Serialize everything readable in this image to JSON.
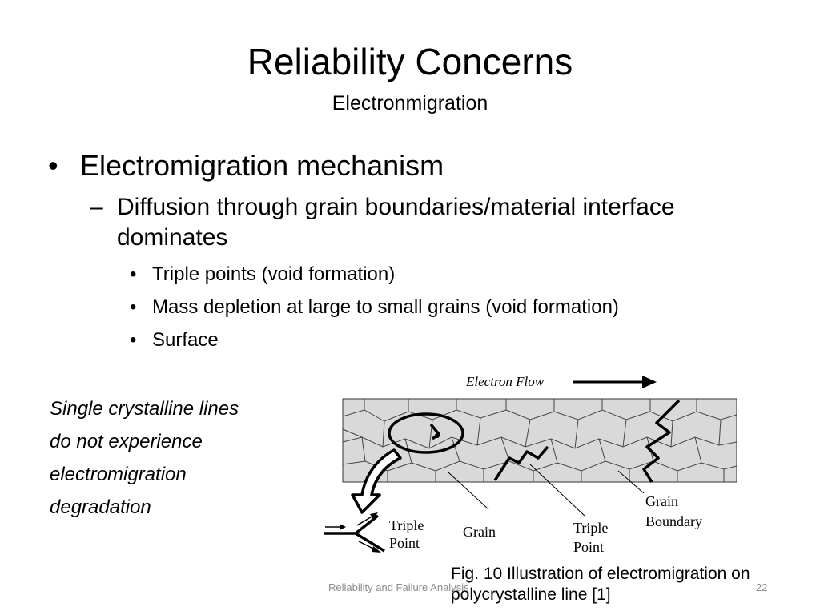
{
  "slide": {
    "title": "Reliability Concerns",
    "subtitle": "Electronmigration"
  },
  "bullets": {
    "level1": {
      "mark": "•",
      "text": "Electromigration mechanism"
    },
    "level2": {
      "mark": "–",
      "text": "Diffusion through grain boundaries/material interface dominates"
    },
    "level3": [
      {
        "mark": "•",
        "text": "Triple points (void formation)"
      },
      {
        "mark": "•",
        "text": "Mass depletion at large to small grains (void formation)"
      },
      {
        "mark": "•",
        "text": "Surface"
      }
    ]
  },
  "side_note": [
    "Single crystalline lines",
    "do not experience",
    "electromigration",
    "degradation"
  ],
  "figure": {
    "electron_flow_label": "Electron Flow",
    "grain_label": "Grain",
    "triple_point_label_left": [
      "Triple",
      "Point"
    ],
    "triple_point_label_mid": [
      "Triple",
      "Point"
    ],
    "grain_boundary_label": [
      "Grain",
      "Boundary"
    ],
    "fill_color": "#d9d9d9"
  },
  "caption": "Fig. 10 Illustration of electromigration on polycrystalline line [1]",
  "footer": {
    "course": "Reliability and Failure Analysis",
    "page_number": "22"
  }
}
